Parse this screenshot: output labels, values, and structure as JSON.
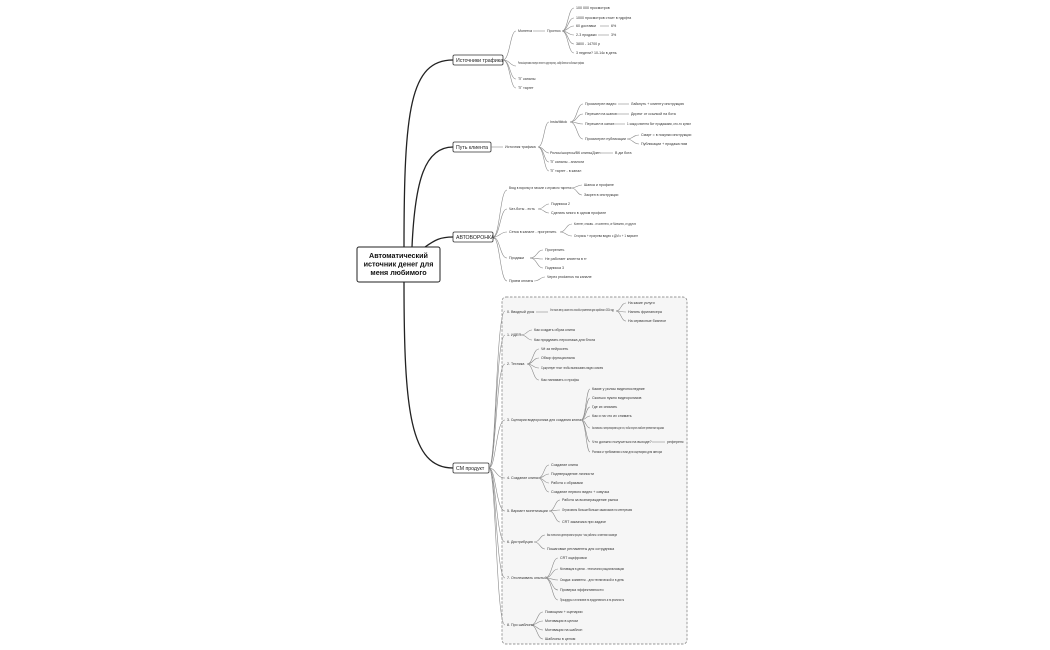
{
  "root": {
    "lines": [
      "Автоматический",
      "источник денег для",
      "меня любимого"
    ]
  },
  "branches": {
    "traffic": {
      "label": "Источники трафика",
      "monetization": "Монетиз",
      "forecast": "Прогноз",
      "forecast_items": [
        "100 000 просмотров",
        "1000 просмотров стоит в пдрфта",
        "60 доставки",
        "2-3 продажи",
        "3800 - 14700 р",
        "3 недели? 10-14к в день"
      ],
      "pct1": "6%",
      "pct2": "3%",
      "other": [
        "Рилсы/шортсами кликнуло почтит в одну воронку - кайф бизнеса ток больше трафика",
        "ТГ каналы",
        "ТГ таргет"
      ]
    },
    "path": {
      "label": "Путь клиента",
      "source": "Источник трафика",
      "insta": "Insta/tiktok",
      "insta_items": [
        "Просмотрел видео",
        "Перешел на шапке",
        "Перешел в канал",
        "Просмотрел публикации"
      ],
      "insta_results": [
        "Лайкнуть + клиенту инструкцию",
        "Директ от ссылкой на бота",
        "1 кажд клиента бот продажами, кто-то купил",
        "Смарт = в покупки инструкции",
        "Публикации + продажа ним"
      ],
      "other": [
        "Рилсы/шортсы/ВК клипы/Дзен",
        "ТГ каналы - аналоги",
        "ТГ таргет - в канал"
      ],
      "sub": "В дм бота"
    },
    "auto": {
      "label": "АВТОВОРОНКА",
      "items": [
        "Вход в воронку в начале с игрового таргета",
        "Чат-боты - есть",
        "Сетка в канале - прогрелить",
        "Продажи",
        "Прием оплаты"
      ],
      "entry_sub": [
        "Шапка и профиле",
        "Закреп в инструкции"
      ],
      "bot_sub": [
        "Подписка 2",
        "Сделать много в одном профиле"
      ],
      "grid_sub": [
        "Контент, отзывы - от контента, от Миналея, от других",
        "Сторисы + прогрева видео с ДМ с + 1 вариант"
      ],
      "sales_sub": [
        "Прогрелить",
        "Не работает клиента в тг",
        "Подписка 3"
      ],
      "pay_sub": "Через prodamus на канале"
    },
    "product": {
      "label": "СМ продукт",
      "modules": [
        "0. Вводный урок",
        "1. ИДЕЯ",
        "2. Техника",
        "3. Сценарии видеоролика для создания клипа",
        "4. Создание клипа",
        "5. Вариант монетизации",
        "6. Дистрибуция",
        "7. Отслеживать опыты?",
        "8. Про шаблоны"
      ],
      "m0_text": "Что такое автор, какие есть способы применения для заработка в 2024 году",
      "m0_subs": [
        "На какие услуги",
        "Нанять фрилансера",
        "На сервисные бизнесе"
      ],
      "m1_subs": [
        "Как создать образ клипа",
        "Как придумать персонажа для блога"
      ],
      "m2_subs": [
        "Чё за нейросеть",
        "Обзор функционала",
        "Существует текст чтобы выписывать видео совсем",
        "Как нанимать и профы"
      ],
      "m3_subs": [
        "Какие у рилсы видеопоследние",
        "Сколько нужно видеороликов",
        "Где их снимать",
        "Как и на что их снимать",
        "Как написать и синхронизировать для того, чтобы получить наиболее релевантные подсказки",
        "Что должно получиться на выходе?",
        "Ролики и требования к ним для сценария для автора"
      ],
      "m3_ref": "референс",
      "m4_subs": [
        "Создание клипа",
        "Подтверждение личности",
        "Работа с образами",
        "Создание первого видео + озвучка"
      ],
      "m5_subs": [
        "Работа за вознаграждение рынка",
        "Отрисовать больше/больше заказчиков по интересам",
        "CRT заказчика при задаче"
      ],
      "m6_subs": [
        "Как полностью делегировать процесс + как работать с клиентом в команде",
        "Пошаговые регламенты для сотрудника"
      ],
      "m7_subs": [
        "CRT оцифровки",
        "Мотивация в делах - технология рационализации",
        "Сводка: комменты - для технической и в день",
        "Проверка эффективности",
        "Процедуры и их влияние на продуктивность и на реальность"
      ],
      "m8_subs": [
        "Помощник + сценарии",
        "Мотивация в целом",
        "Мотивация на шаблон",
        "Шаблоны в целом"
      ]
    }
  }
}
